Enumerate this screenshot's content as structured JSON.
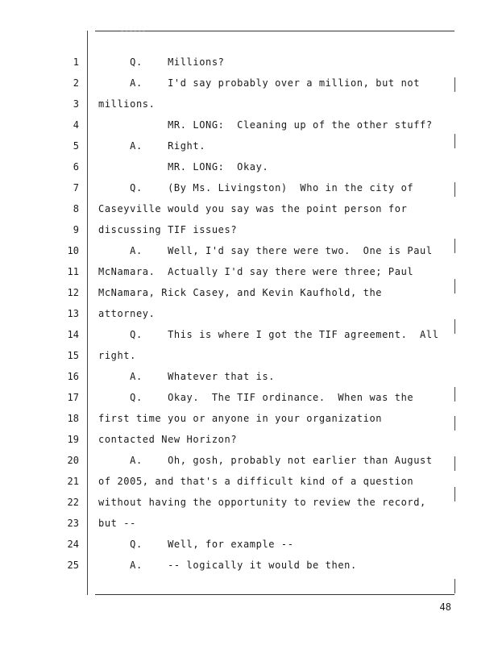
{
  "transcript": {
    "lines": [
      {
        "num": "1",
        "text": "     Q.    Millions?"
      },
      {
        "num": "2",
        "text": "     A.    I'd say probably over a million, but not"
      },
      {
        "num": "3",
        "text": "millions."
      },
      {
        "num": "4",
        "text": "           MR. LONG:  Cleaning up of the other stuff?"
      },
      {
        "num": "5",
        "text": "     A.    Right."
      },
      {
        "num": "6",
        "text": "           MR. LONG:  Okay."
      },
      {
        "num": "7",
        "text": "     Q.    (By Ms. Livingston)  Who in the city of"
      },
      {
        "num": "8",
        "text": "Caseyville would you say was the point person for"
      },
      {
        "num": "9",
        "text": "discussing TIF issues?"
      },
      {
        "num": "10",
        "text": "     A.    Well, I'd say there were two.  One is Paul"
      },
      {
        "num": "11",
        "text": "McNamara.  Actually I'd say there were three; Paul"
      },
      {
        "num": "12",
        "text": "McNamara, Rick Casey, and Kevin Kaufhold, the"
      },
      {
        "num": "13",
        "text": "attorney."
      },
      {
        "num": "14",
        "text": "     Q.    This is where I got the TIF agreement.  All"
      },
      {
        "num": "15",
        "text": "right."
      },
      {
        "num": "16",
        "text": "     A.    Whatever that is."
      },
      {
        "num": "17",
        "text": "     Q.    Okay.  The TIF ordinance.  When was the"
      },
      {
        "num": "18",
        "text": "first time you or anyone in your organization"
      },
      {
        "num": "19",
        "text": "contacted New Horizon?"
      },
      {
        "num": "20",
        "text": "     A.    Oh, gosh, probably not earlier than August"
      },
      {
        "num": "21",
        "text": "of 2005, and that's a difficult kind of a question"
      },
      {
        "num": "22",
        "text": "without having the opportunity to review the record,"
      },
      {
        "num": "23",
        "text": "but --"
      },
      {
        "num": "24",
        "text": "     Q.    Well, for example --"
      },
      {
        "num": "25",
        "text": "     A.    -- logically it would be then."
      }
    ],
    "page_number": "48"
  }
}
